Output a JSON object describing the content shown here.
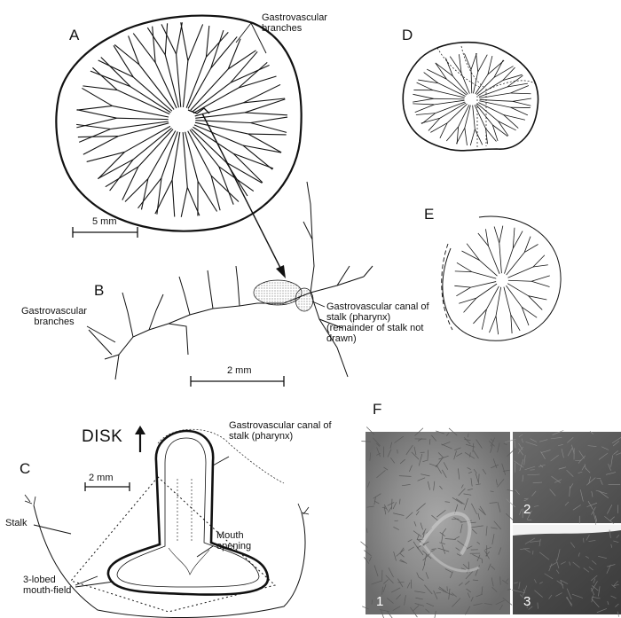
{
  "panels": {
    "A": "A",
    "B": "B",
    "C": "C",
    "D": "D",
    "E": "E",
    "F": "F"
  },
  "labels": {
    "gv_branches_a": [
      "Gastrovascular",
      "branches"
    ],
    "gv_branches_b": [
      "Gastrovascular",
      "branches"
    ],
    "gv_canal_b": [
      "Gastrovascular canal of",
      "stalk (pharynx)",
      "(remainder of stalk not",
      "drawn)"
    ],
    "gv_canal_c": [
      "Gastrovascular canal of",
      "stalk (pharynx)"
    ],
    "mouth_opening": [
      "Mouth",
      "opening"
    ],
    "stalk": "Stalk",
    "mouth_field": [
      "3-lobed",
      "mouth-field"
    ],
    "disk": "DISK"
  },
  "scales": {
    "a": "5 mm",
    "b": "2 mm",
    "c": "2 mm"
  },
  "photos": {
    "p1": "1",
    "p2": "2",
    "p3": "3"
  }
}
